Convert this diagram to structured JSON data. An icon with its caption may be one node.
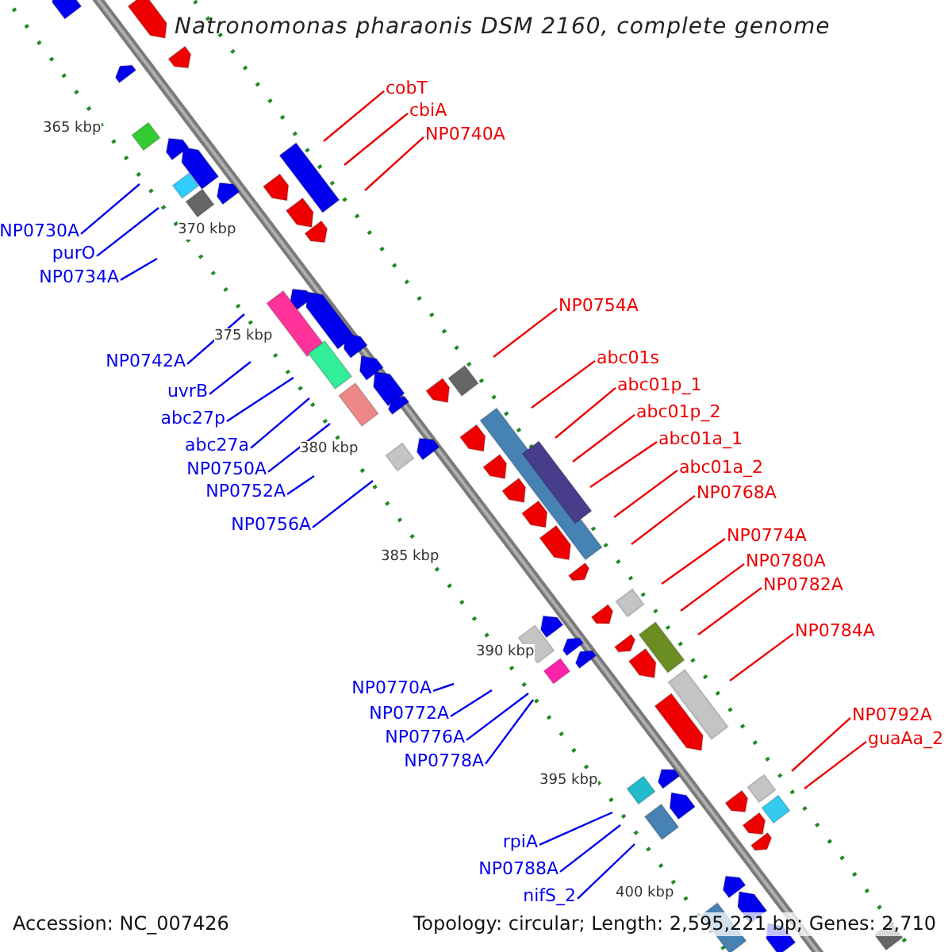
{
  "diagram": {
    "title": "Natronomonas pharaonis DSM 2160, complete genome",
    "nodes": [
      {
        "text": [
          "cobT"
        ]
      },
      {
        "text": [
          "cbiA"
        ]
      },
      {
        "text": [
          "NP0740A"
        ]
      },
      {
        "text": [
          "NP0730A"
        ]
      },
      {
        "text": [
          "purO"
        ]
      },
      {
        "text": [
          "NP0734A"
        ]
      },
      {
        "text": [
          "NP0754A"
        ]
      },
      {
        "text": [
          "abc01s"
        ]
      },
      {
        "text": [
          "NP0742A"
        ]
      },
      {
        "text": [
          "abc01p_1"
        ]
      },
      {
        "text": [
          "uvrB"
        ]
      },
      {
        "text": [
          "abc01p_2"
        ]
      },
      {
        "text": [
          "abc27p"
        ]
      },
      {
        "text": [
          "abc01a_1"
        ]
      },
      {
        "text": [
          "abc27a"
        ]
      },
      {
        "text": [
          "abc01a_2"
        ]
      },
      {
        "text": [
          "NP0750A"
        ]
      },
      {
        "text": [
          "NP0752A"
        ]
      },
      {
        "text": [
          "NP0768A"
        ]
      },
      {
        "text": [
          "NP0756A"
        ]
      },
      {
        "text": [
          "NP0774A"
        ]
      },
      {
        "text": [
          "NP0780A"
        ]
      },
      {
        "text": [
          "NP0782A"
        ]
      },
      {
        "text": [
          "NP0784A"
        ]
      },
      {
        "text": [
          "NP0770A"
        ]
      },
      {
        "text": [
          "NP0772A"
        ]
      },
      {
        "text": [
          "NP0792A"
        ]
      },
      {
        "text": [
          "NP0776A"
        ]
      },
      {
        "text": [
          "guaAa_2"
        ]
      },
      {
        "text": [
          "NP0778A"
        ]
      },
      {
        "text": [
          "rpiA"
        ]
      },
      {
        "text": [
          "NP0788A"
        ]
      },
      {
        "text": [
          "nifS_2"
        ]
      }
    ],
    "edges": [
      {
        "from": 0,
        "to": null,
        "arrow": "none",
        "color": "#ee0000"
      },
      {
        "from": 1,
        "to": null,
        "arrow": "none",
        "color": "#ee0000"
      },
      {
        "from": 2,
        "to": null,
        "arrow": "none",
        "color": "#ee0000"
      },
      {
        "from": 3,
        "to": null,
        "arrow": "none"
      },
      {
        "from": 4,
        "to": null,
        "arrow": "none"
      },
      {
        "from": 5,
        "to": null,
        "arrow": "none"
      },
      {
        "from": 6,
        "to": null,
        "arrow": "none",
        "color": "#ee0000"
      },
      {
        "from": 7,
        "to": null,
        "arrow": "none",
        "color": "#ee0000"
      },
      {
        "from": 8,
        "to": null,
        "arrow": "none"
      },
      {
        "from": 9,
        "to": null,
        "arrow": "none",
        "color": "#ee0000"
      },
      {
        "from": 10,
        "to": null,
        "arrow": "none"
      },
      {
        "from": 11,
        "to": null,
        "arrow": "none",
        "color": "#ee0000"
      },
      {
        "from": 12,
        "to": null,
        "arrow": "none"
      },
      {
        "from": 13,
        "to": null,
        "arrow": "none",
        "color": "#ee0000"
      },
      {
        "from": 14,
        "to": null,
        "arrow": "none"
      },
      {
        "from": 15,
        "to": null,
        "arrow": "none",
        "color": "#ee0000"
      },
      {
        "from": 16,
        "to": null,
        "arrow": "none"
      },
      {
        "from": 17,
        "to": null,
        "arrow": "none"
      },
      {
        "from": 18,
        "to": null,
        "arrow": "none",
        "color": "#ee0000"
      },
      {
        "from": 19,
        "to": null,
        "arrow": "none"
      },
      {
        "from": 20,
        "to": null,
        "arrow": "none",
        "color": "#ee0000"
      },
      {
        "from": 21,
        "to": null,
        "arrow": "none",
        "color": "#ee0000"
      },
      {
        "from": 22,
        "to": null,
        "arrow": "none",
        "color": "#ee0000"
      },
      {
        "from": 23,
        "to": null,
        "arrow": "none",
        "color": "#ee0000"
      },
      {
        "from": 24,
        "to": null,
        "arrow": "none"
      },
      {
        "from": 25,
        "to": null,
        "arrow": "none"
      },
      {
        "from": 26,
        "to": null,
        "arrow": "none",
        "color": "#ee0000"
      },
      {
        "from": 27,
        "to": null,
        "arrow": "none"
      },
      {
        "from": 28,
        "to": null,
        "arrow": "none",
        "color": "#ee0000"
      },
      {
        "from": 29,
        "to": null,
        "arrow": "none"
      },
      {
        "from": 30,
        "to": null,
        "arrow": "none"
      },
      {
        "from": 31,
        "to": null,
        "arrow": "none"
      },
      {
        "from": 32,
        "to": null,
        "arrow": "none"
      }
    ],
    "labels": [
      "365 kbp",
      "370 kbp",
      "375 kbp",
      "380 kbp",
      "385 kbp",
      "390 kbp",
      "395 kbp",
      "400 kbp",
      "Accession: NC_007426",
      "Topology: circular; Length: 2,595,221 bp; Genes: 2,710"
    ]
  }
}
